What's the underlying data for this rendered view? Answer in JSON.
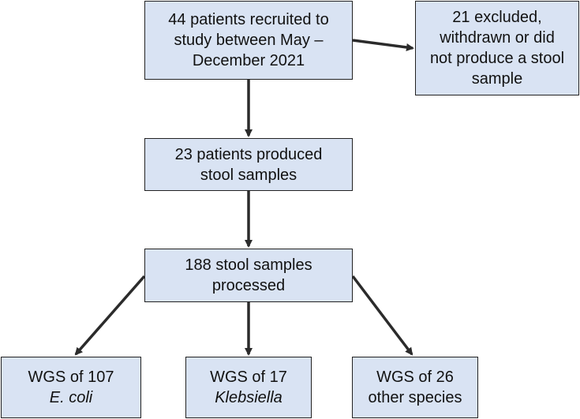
{
  "diagram": {
    "nodes": {
      "recruited": {
        "lines": [
          "44 patients recruited to",
          "study between May –",
          "December 2021"
        ]
      },
      "excluded": {
        "lines": [
          "21 excluded,",
          "withdrawn or did",
          "not produce a stool",
          "sample"
        ]
      },
      "produced": {
        "lines": [
          "23 patients produced",
          "stool samples"
        ]
      },
      "processed": {
        "lines": [
          "188 stool samples",
          "processed"
        ]
      },
      "ecoli": {
        "line1": "WGS of 107",
        "line2": "E. coli"
      },
      "klebsiella": {
        "line1": "WGS of 17",
        "line2": "Klebsiella"
      },
      "other": {
        "line1": "WGS of 26",
        "line2": "other species"
      }
    },
    "colors": {
      "box_fill": "#d9e3f3",
      "box_border": "#222222",
      "arrow": "#2b2b2b",
      "text": "#111111"
    }
  }
}
